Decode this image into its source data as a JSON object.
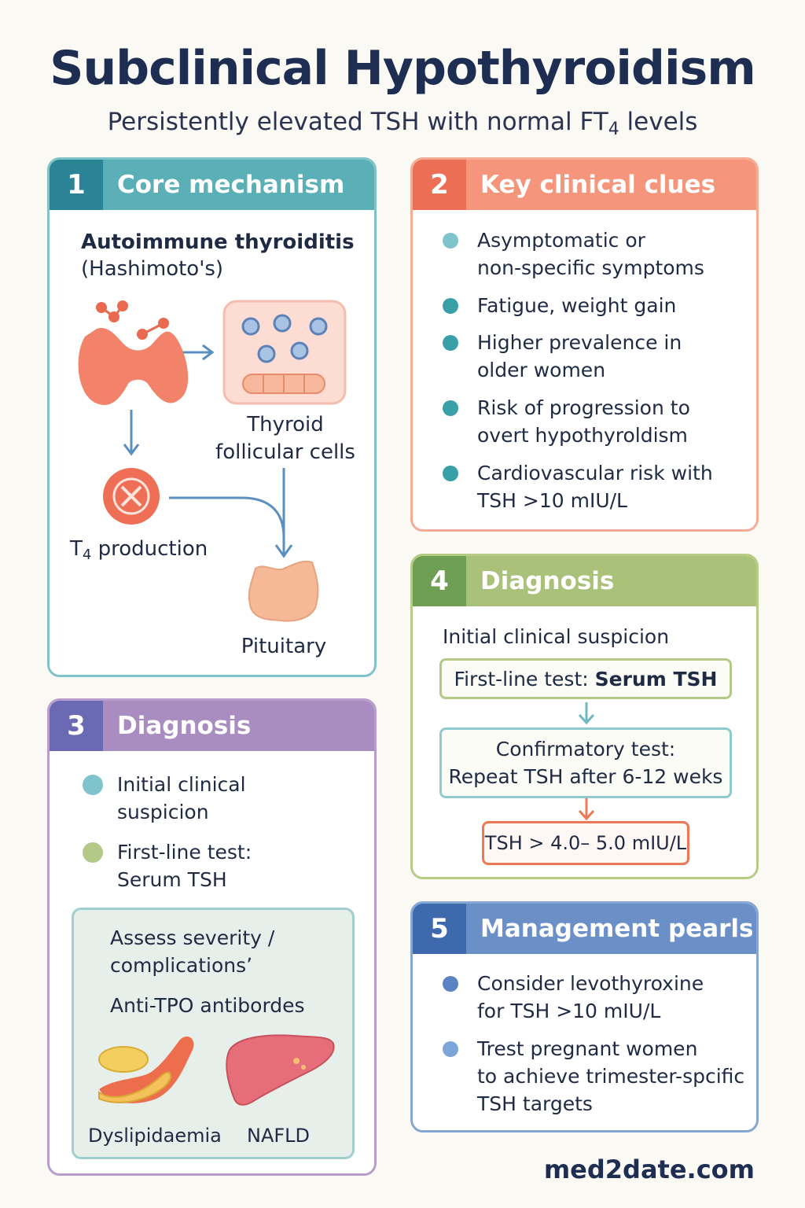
{
  "header": {
    "title": "Subclinical Hypothyroidism",
    "subtitle_main": "Persistently elevated TSH with normal FT",
    "subtitle_sub": "4",
    "subtitle_end": " levels"
  },
  "card1": {
    "number": "1",
    "title": "Core mechanism",
    "heading": "Autoimmune thyroiditis",
    "heading_sub": "(Hashimoto's)",
    "follicular_label_1": "Thyroid",
    "follicular_label_2": "follicular cells",
    "t4_label_main": "T",
    "t4_label_sub": "4",
    "t4_label_end": " production",
    "pituitary_label": "Pituitary"
  },
  "card2": {
    "number": "2",
    "title": "Key clinical clues",
    "bullets": [
      "Asymptomatic or\nnon-specific symptoms",
      "Fatigue, weight gain",
      "Higher prevalence in\nolder women",
      "Risk of progression to\novert hypothyroldism",
      "Cardiovascular risk with\nTSH >10 mIU/L"
    ],
    "bullet_colors": [
      "#7fc3cc",
      "#3aa0a8",
      "#3aa0a8",
      "#3aa0a8",
      "#3aa0a8"
    ]
  },
  "card3": {
    "number": "3",
    "title": "Diagnosis",
    "bullets": [
      "Initial clinical\nsuspicion",
      "First-line test:\nSerum TSH"
    ],
    "bullet_colors": [
      "#7fc3cc",
      "#b3c987"
    ],
    "assess_line1": "Assess severity /",
    "assess_line2": "complicationsʼ",
    "antibody_line": "Anti-TPO antibordes",
    "organ_label_1": "Dyslipidaemia",
    "organ_label_2": "NAFLD"
  },
  "card4": {
    "number": "4",
    "title": "Diagnosis",
    "intro": "Initial clinical suspicion",
    "first_line_prefix": "First-line test: ",
    "first_line_bold": "Serum TSH",
    "confirm_line1": "Confirmatory test:",
    "confirm_line2": "Repeat TSH after 6-12 weks",
    "threshold": "TSH > 4.0– 5.0 mIU/L"
  },
  "card5": {
    "number": "5",
    "title": "Management pearls",
    "bullets": [
      "Consider levothyroxine\nfor TSH >10 mIU/L",
      "Trest pregnant women\nto achieve trimester-spcific\nTSH targets"
    ],
    "bullet_colors": [
      "#5b82c2",
      "#7ea5d8"
    ]
  },
  "footer": {
    "site": "med2date.com"
  }
}
